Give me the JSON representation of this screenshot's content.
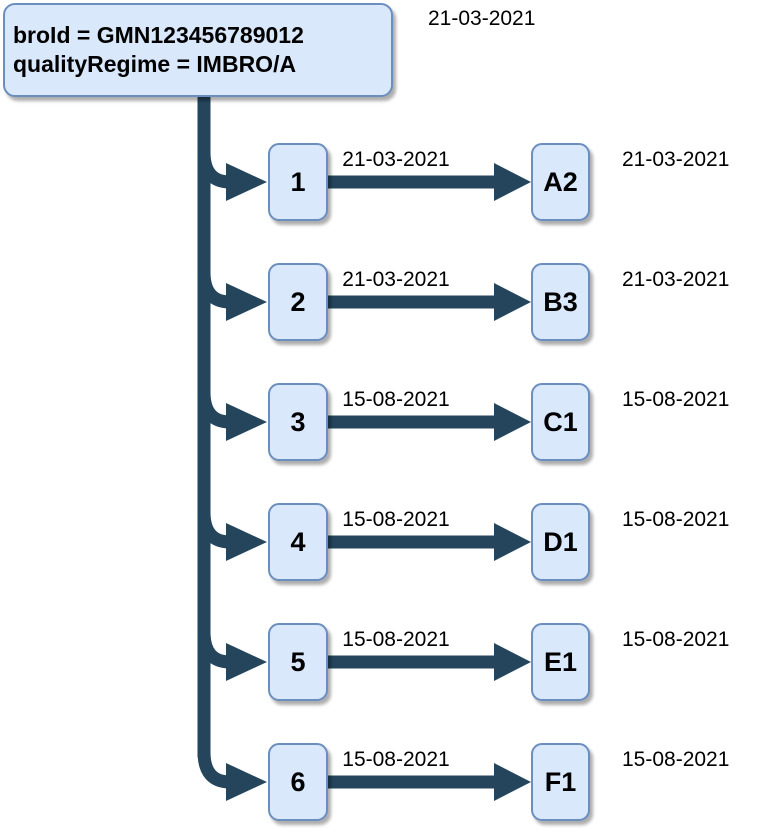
{
  "root_node": {
    "line1": "broId = GMN123456789012",
    "line2": "qualityRegime = IMBRO/A",
    "date": "21-03-2021"
  },
  "rows": [
    {
      "source": "1",
      "edge_date": "21-03-2021",
      "target": "A2",
      "date": "21-03-2021"
    },
    {
      "source": "2",
      "edge_date": "21-03-2021",
      "target": "B3",
      "date": "21-03-2021"
    },
    {
      "source": "3",
      "edge_date": "15-08-2021",
      "target": "C1",
      "date": "15-08-2021"
    },
    {
      "source": "4",
      "edge_date": "15-08-2021",
      "target": "D1",
      "date": "15-08-2021"
    },
    {
      "source": "5",
      "edge_date": "15-08-2021",
      "target": "E1",
      "date": "15-08-2021"
    },
    {
      "source": "6",
      "edge_date": "15-08-2021",
      "target": "F1",
      "date": "15-08-2021"
    }
  ],
  "colors": {
    "connector": "#24455c",
    "node_fill": "#dae8fc",
    "node_border": "#6c8ebf",
    "text": "#000000"
  }
}
